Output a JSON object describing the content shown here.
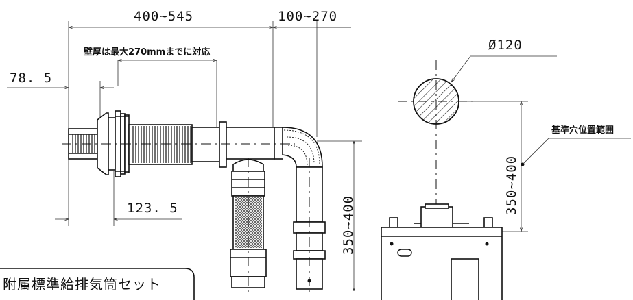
{
  "dimensions": {
    "top_length": "400~545",
    "bend_length": "100~270",
    "hole_diameter": "Ø120",
    "left_offset": "78. 5",
    "bottom_offset": "123. 5",
    "vertical_height": "350~400",
    "side_height": "350~400"
  },
  "notes": {
    "wall_thickness": "壁厚は最大270mmまでに対応",
    "reference_hole": "基準穴位置範囲",
    "set_label": "附属標準給排気筒セット"
  },
  "colors": {
    "ink": "#111111",
    "paper": "#ffffff"
  }
}
